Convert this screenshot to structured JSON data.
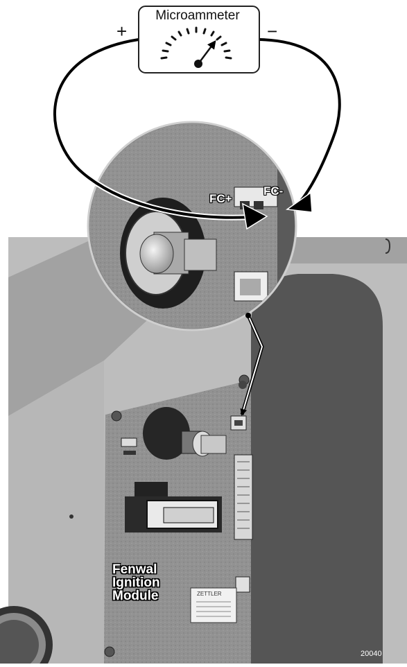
{
  "meter": {
    "title": "Microammeter",
    "plus": "+",
    "minus": "−"
  },
  "terminals": {
    "positive": "FC+",
    "negative": "FC-"
  },
  "module": {
    "line1": "Fenwal",
    "line2": "Ignition",
    "line3": "Module"
  },
  "relay_marking": "ZETTLER",
  "figure_number": "20040",
  "colors": {
    "housing": "#b4b4b4",
    "panel": "#505050",
    "board": "#8e8e8e",
    "wire": "#000000"
  }
}
